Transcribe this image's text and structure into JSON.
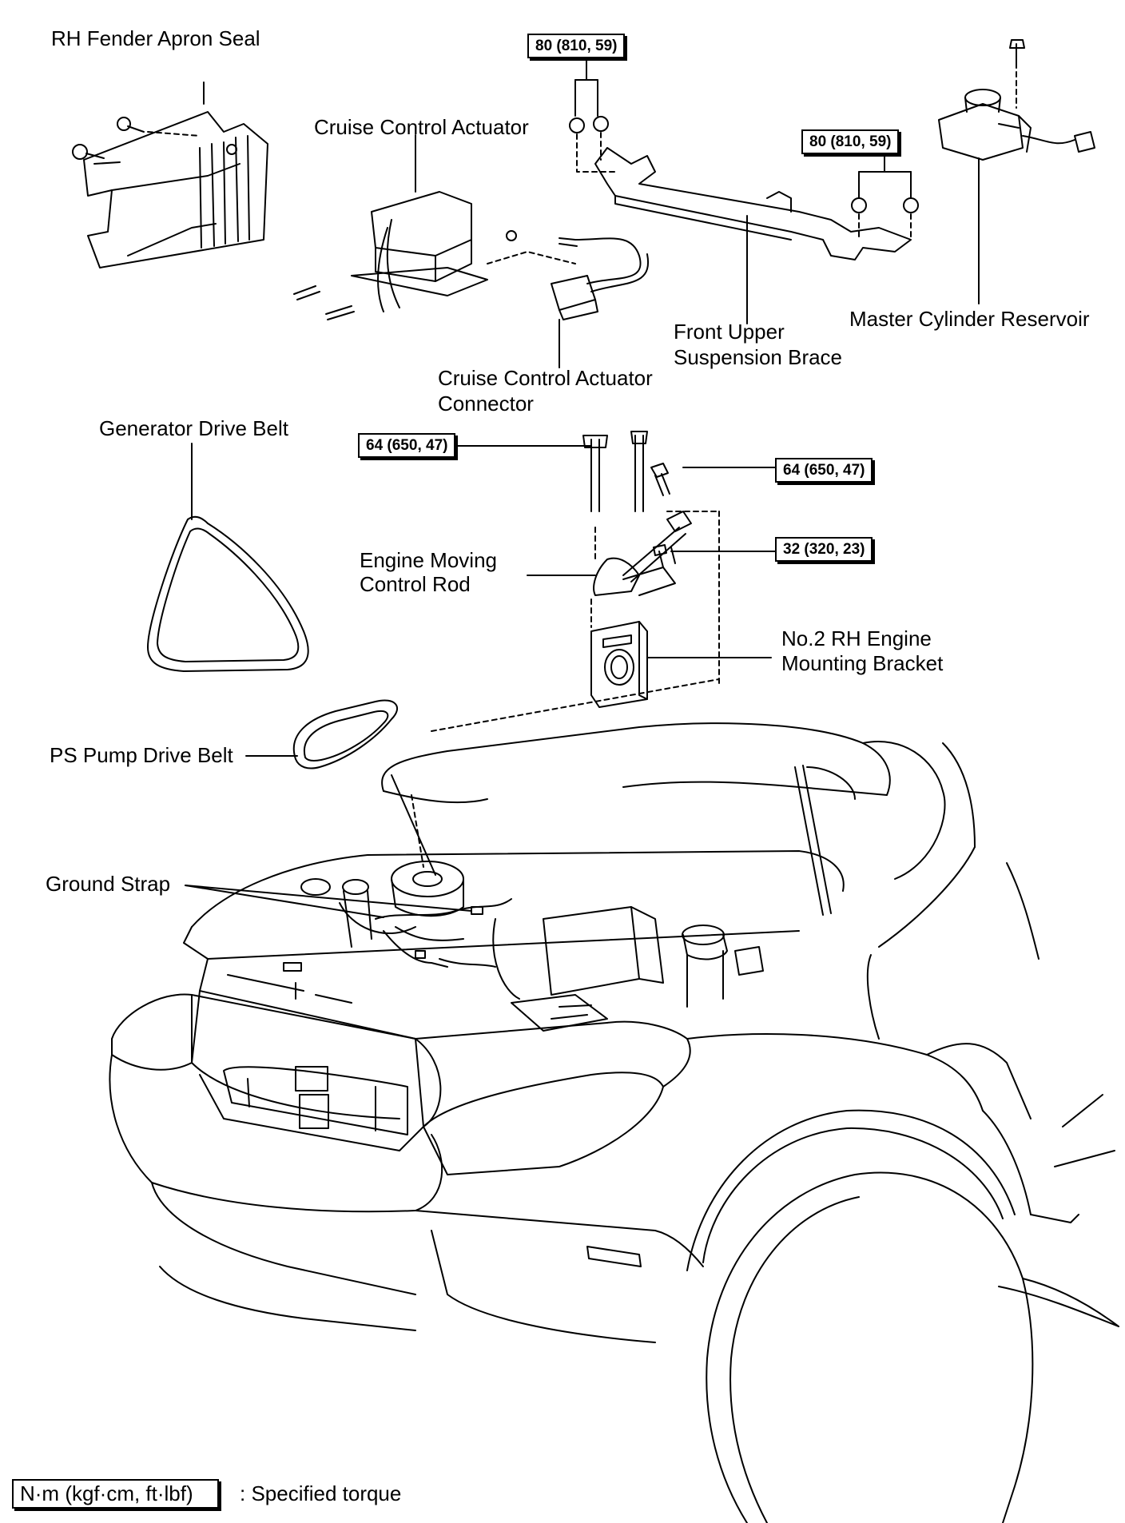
{
  "labels": {
    "rh_fender_apron_seal": "RH Fender Apron Seal",
    "cruise_control_actuator": "Cruise Control Actuator",
    "cruise_control_actuator_connector_1": "Cruise  Control  Actuator",
    "cruise_control_actuator_connector_2": "Connector",
    "front_upper_suspension_brace_1": "Front Upper",
    "front_upper_suspension_brace_2": "Suspension Brace",
    "master_cylinder_reservoir": "Master Cylinder Reservoir",
    "generator_drive_belt": "Generator Drive Belt",
    "engine_moving_control_rod_1": "Engine Moving",
    "engine_moving_control_rod_2": "Control Rod",
    "rh_engine_mounting_bracket_1": "No.2 RH Engine",
    "rh_engine_mounting_bracket_2": "Mounting Bracket",
    "ps_pump_drive_belt": "PS Pump Drive Belt",
    "ground_strap": "Ground Strap"
  },
  "torques": {
    "brace_left": "80 (810, 59)",
    "brace_right": "80 (810, 59)",
    "rod_bolt_left": "64 (650, 47)",
    "rod_bolt_right": "64 (650, 47)",
    "rod_bolt_small": "32 (320, 23)"
  },
  "legend": {
    "unit": "N·m (kgf·cm, ft·lbf)",
    "meaning": ": Specified torque"
  }
}
